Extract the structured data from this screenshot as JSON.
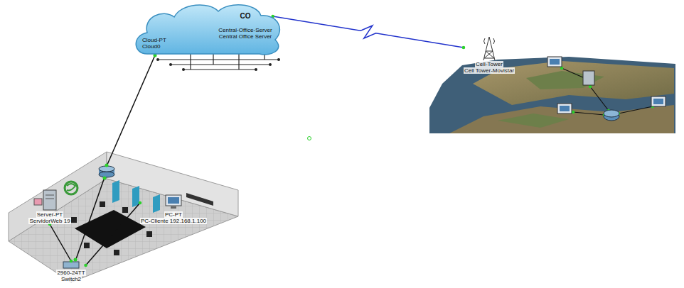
{
  "diagram": {
    "nodes": [
      {
        "text": [
          "Cloud-PT",
          "Cloud0"
        ]
      },
      {
        "text": [
          "CO",
          "Central-Office-Server",
          "Central Office Server"
        ],
        "in": 0
      },
      {
        "text": [
          "Cell-Tower",
          "Cell Tower-Movistar"
        ]
      },
      {
        "text": [
          "Server-PT",
          "ServidorWeb 19"
        ]
      },
      {
        "text": [
          "PC-PT",
          "PC-Cliente 192.168.1.100"
        ]
      },
      {
        "text": [
          "2960-24TT",
          "Switch2"
        ]
      }
    ],
    "edges": [
      {
        "from": 1,
        "to": 2,
        "arrow": "none"
      },
      {
        "from": 5,
        "to": 3,
        "arrow": "none"
      },
      {
        "from": 5,
        "to": 4,
        "arrow": "none"
      }
    ]
  }
}
